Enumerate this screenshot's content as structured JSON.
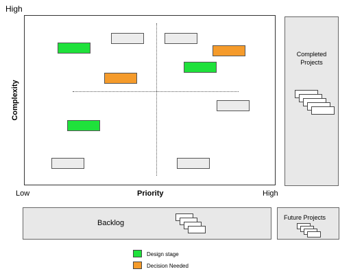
{
  "matrix": {
    "y_axis_high": "High",
    "y_axis_title": "Complexity",
    "x_axis_low": "Low",
    "x_axis_title": "Priority",
    "x_axis_high": "High",
    "cards": [
      {
        "status": "design"
      },
      {
        "status": "none"
      },
      {
        "status": "none"
      },
      {
        "status": "decision"
      },
      {
        "status": "design"
      },
      {
        "status": "decision"
      },
      {
        "status": "none"
      },
      {
        "status": "design"
      },
      {
        "status": "none"
      },
      {
        "status": "none"
      }
    ]
  },
  "panels": {
    "completed": "Completed Projects",
    "backlog": "Backlog",
    "future": "Future Projects"
  },
  "legend": {
    "items": [
      {
        "label": "Design stage",
        "color": "#1fe13b"
      },
      {
        "label": "Decision Needed",
        "color": "#f59b2b"
      }
    ]
  },
  "colors": {
    "design": "#1fe13b",
    "decision": "#f59b2b",
    "none": "#ececec"
  }
}
